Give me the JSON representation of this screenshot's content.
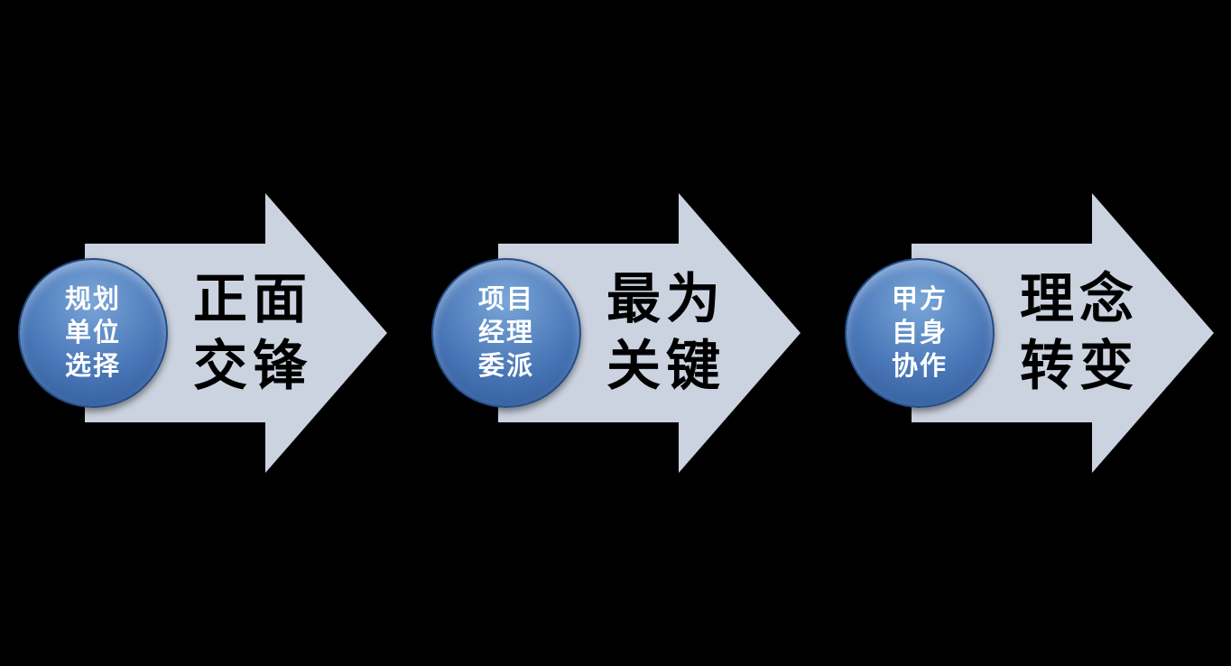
{
  "colors": {
    "page_bg": "#000000",
    "arrow_fill": "#ccd3e0",
    "arrow_text": "#000000",
    "circle_fill_top": "#7aa6d8",
    "circle_fill_mid": "#4a77b8",
    "circle_fill_bottom": "#2d5694",
    "circle_border": "#234d85",
    "circle_text": "#ffffff"
  },
  "steps": [
    {
      "circle_lines": [
        "规划",
        "单位",
        "选择"
      ],
      "label_lines": [
        "正面",
        "交锋"
      ]
    },
    {
      "circle_lines": [
        "项目",
        "经理",
        "委派"
      ],
      "label_lines": [
        "最为",
        "关键"
      ]
    },
    {
      "circle_lines": [
        "甲方",
        "自身",
        "协作"
      ],
      "label_lines": [
        "理念",
        "转变"
      ]
    }
  ]
}
